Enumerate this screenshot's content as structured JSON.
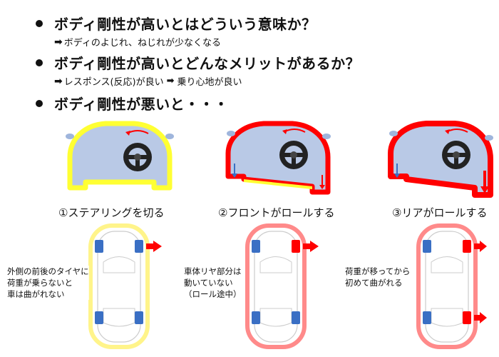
{
  "bullets": [
    {
      "heading": "ボディ剛性が高いとはどういう意味か？",
      "sub": "ボディのよじれ、ねじれが少なくなる"
    },
    {
      "heading": "ボディ剛性が高いとどんなメリットがあるか？",
      "sub_a": "レスポンス(反応)が良い",
      "sub_b": "乗り心地が良い"
    },
    {
      "heading": "ボディ剛性が悪いと・・・"
    }
  ],
  "captions": [
    "①ステアリングを切る",
    "②フロントがロールする",
    "③リアがロールする"
  ],
  "notes": [
    [
      "外側の前後のタイヤに",
      "荷重が乗らないと",
      "車は曲がれない"
    ],
    [
      "車体リヤ部分は",
      "動いていない",
      "（ロール途中）"
    ],
    [
      "荷重が移ってから",
      "初めて曲がれる"
    ]
  ],
  "colors": {
    "stable_outline": "#ffff33",
    "roll_outline": "#ff0000",
    "car_body": "#b9c9e6",
    "tire": "#3a6fc4",
    "force_arrow": "#ff0000",
    "plan_outline_1": "#fff48a",
    "plan_outline_2": "#ff8a8a"
  },
  "icons": [
    "right-arrow-icon",
    "steering-wheel-icon",
    "rotation-arrow-icon",
    "down-arrow-icon"
  ]
}
